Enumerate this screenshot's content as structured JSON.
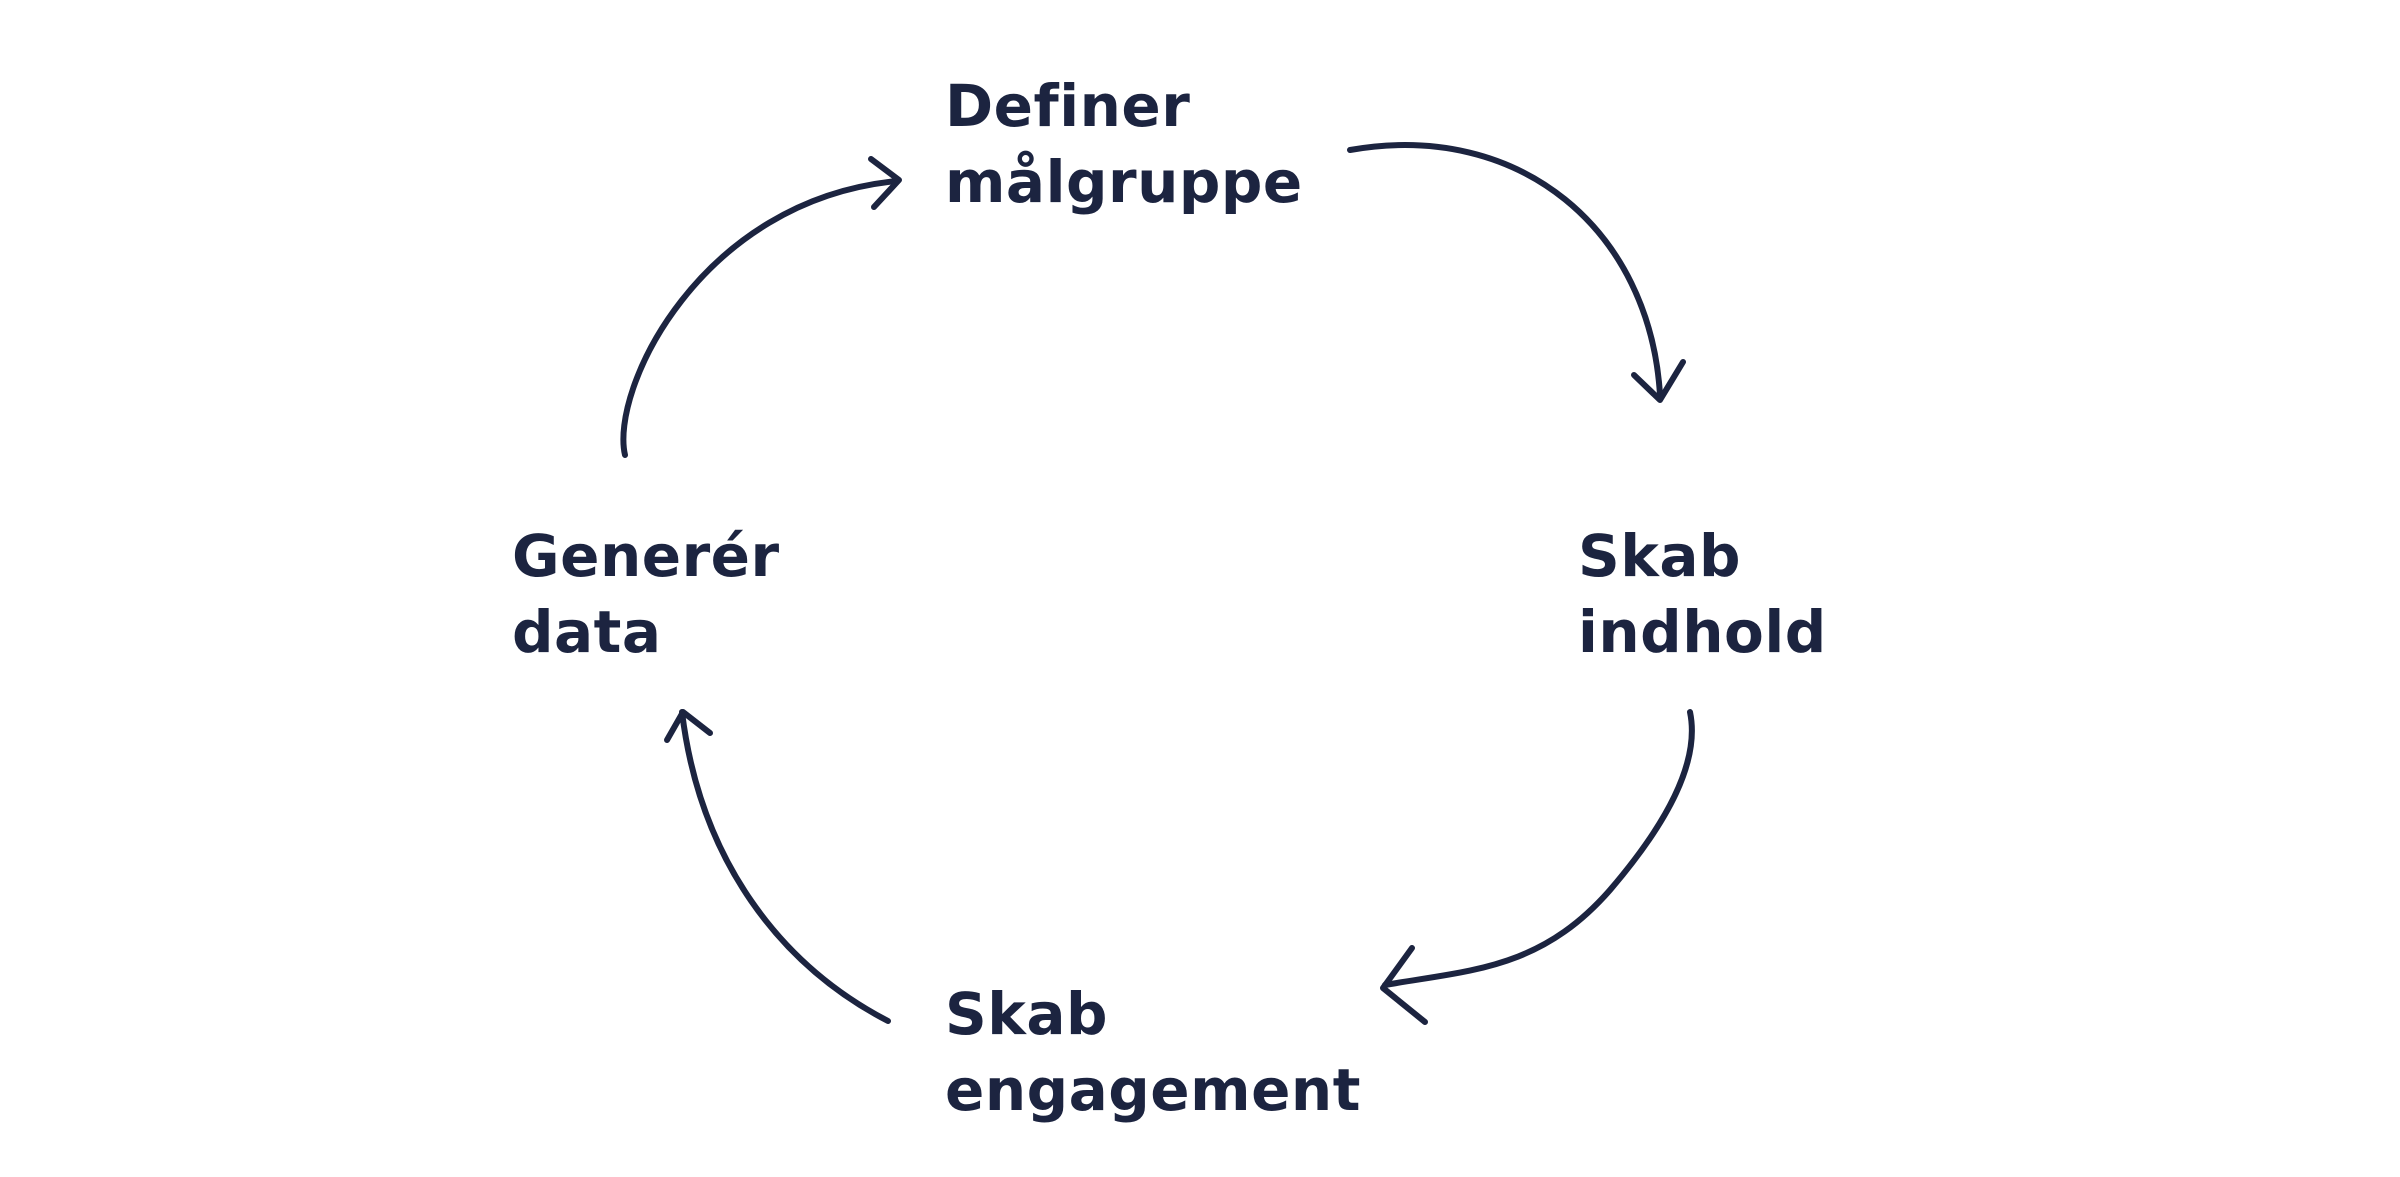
{
  "colors": {
    "ink": "#1c2440",
    "background": "#ffffff"
  },
  "stages": [
    {
      "id": "define",
      "line1": "Definer",
      "line2": "målgruppe"
    },
    {
      "id": "content",
      "line1": "Skab",
      "line2": "indhold"
    },
    {
      "id": "engage",
      "line1": "Skab",
      "line2": "engagement"
    },
    {
      "id": "data",
      "line1": "Generér",
      "line2": "data"
    }
  ]
}
